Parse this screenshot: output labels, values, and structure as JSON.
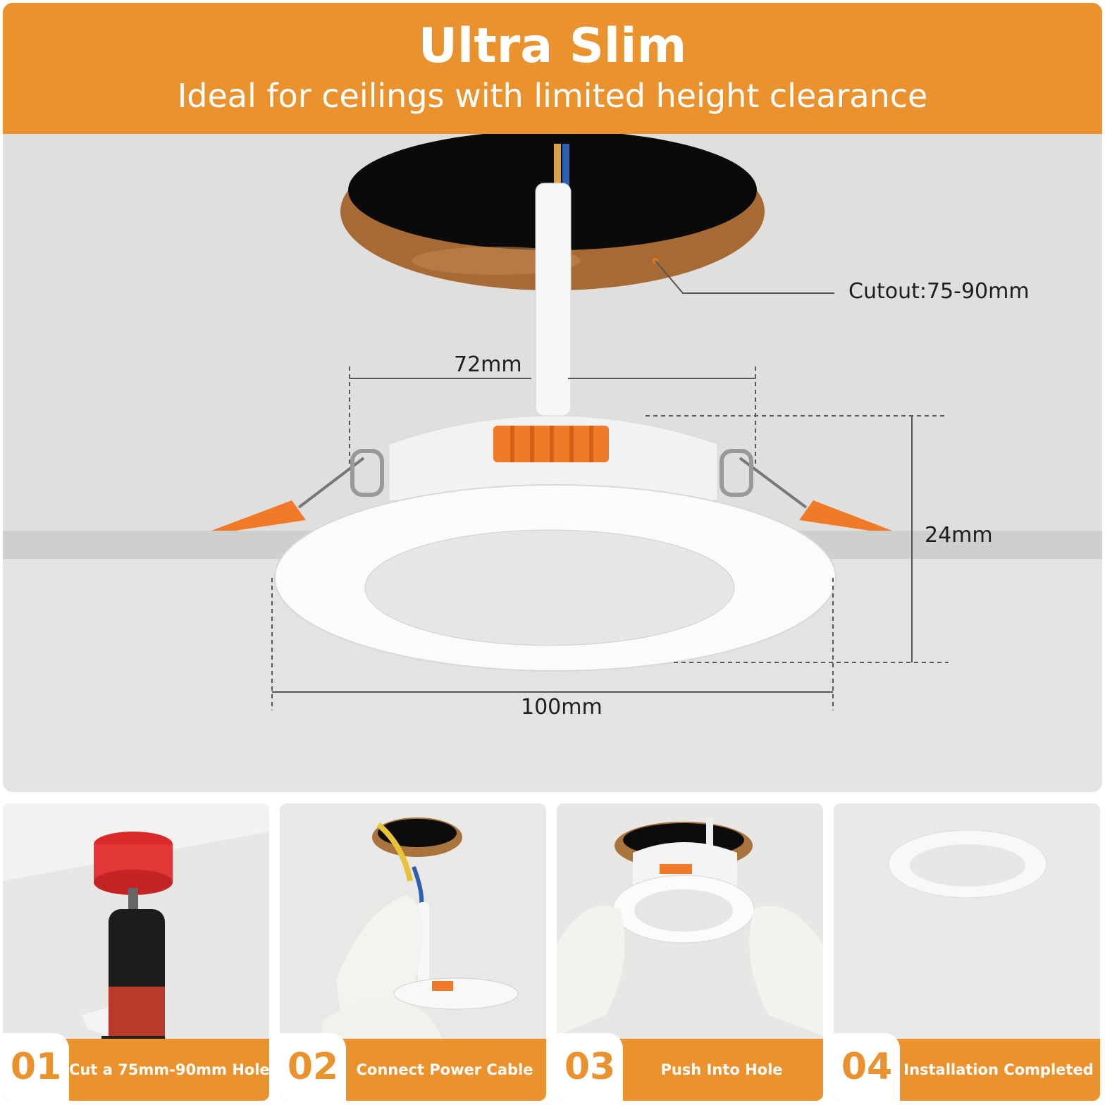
{
  "header": {
    "title": "Ultra Slim",
    "subtitle": "Ideal for ceilings with limited height clearance"
  },
  "dimensions": {
    "cutout": "Cutout:75-90mm",
    "inner_width": "72mm",
    "height": "24mm",
    "outer_width": "100mm"
  },
  "steps": [
    {
      "number": "01",
      "label": "Cut a 75mm-90mm Hole"
    },
    {
      "number": "02",
      "label": "Connect Power Cable"
    },
    {
      "number": "03",
      "label": "Push Into Hole"
    },
    {
      "number": "04",
      "label": "Installation Completed"
    }
  ],
  "colors": {
    "accent": "#e9922e",
    "clip_orange": "#f07a28",
    "background": "#dfdfde"
  }
}
